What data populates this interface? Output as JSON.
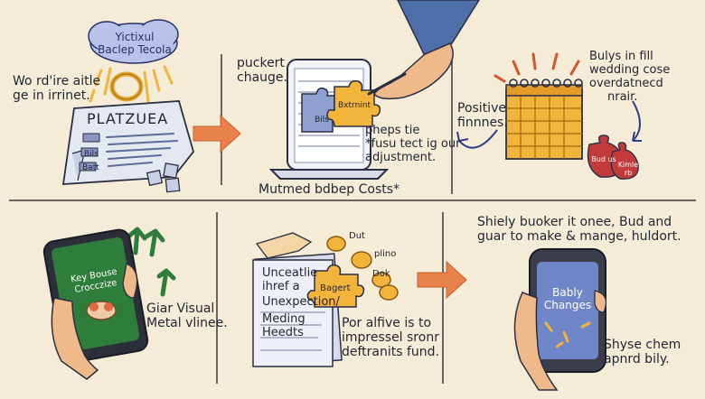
{
  "panel1": {
    "cloud_line1": "Yictixul",
    "cloud_line2": "Baclep Tecola",
    "side_text_line1": "Wo rd'ire aitle",
    "side_text_line2": "ge in irrinet.",
    "doc_title": "PLATZUEA",
    "doc_tag1": "Bils",
    "doc_tag2": "Batt"
  },
  "panel2": {
    "top_line1": "puckert",
    "top_line2": "chauge.",
    "puzzle_label": "Bxtrnint",
    "screen_tag": "Bils",
    "right_line1": "pheps tie",
    "right_line2": "*fusu tect ig our",
    "right_line3": "adjustment.",
    "caption": "Mutmed bdbep Costs*"
  },
  "panel3": {
    "top_line1": "Bulys in fill",
    "top_line2": "wedding cose",
    "top_line3": "overdatnecd",
    "top_line4": "nrair.",
    "left_line1": "Positive",
    "left_line2": "finnnes.",
    "bag1": "Bud us",
    "bag2": "Kimle rb"
  },
  "panel4": {
    "phone_line1": "Key Bouse",
    "phone_line2": "Crocczize",
    "right_line1": "Giar Visual",
    "right_line2": "Metal vlinee."
  },
  "panel5": {
    "coin1": "Dut",
    "coin2": "plino",
    "coin3": "Dok",
    "doc_line1": "Unceatlie",
    "doc_line2": "ihref a",
    "doc_line3": "Unexpection/",
    "doc_line4": "Meding",
    "doc_line5": "Heedts",
    "puzzle_label": "Bagert",
    "right_line1": "Por alfive is to",
    "right_line2": "impressel sronr",
    "right_line3": "deftranits fund."
  },
  "panel6": {
    "top_line1": "Shiely buoker it onee, Bud and",
    "top_line2": "guar to make & mange, huldort.",
    "phone_line1": "Bably",
    "phone_line2": "Changes",
    "bottom_line1": "Shyse chem",
    "bottom_line2": "apnrd bily."
  },
  "colors": {
    "background": "#f5ecd8",
    "ink": "#1f2433",
    "arrow": "#e8824a",
    "gold": "#f2b43a",
    "green": "#2f7d3a",
    "red": "#c23a3a",
    "blue": "#4f6fa8"
  }
}
